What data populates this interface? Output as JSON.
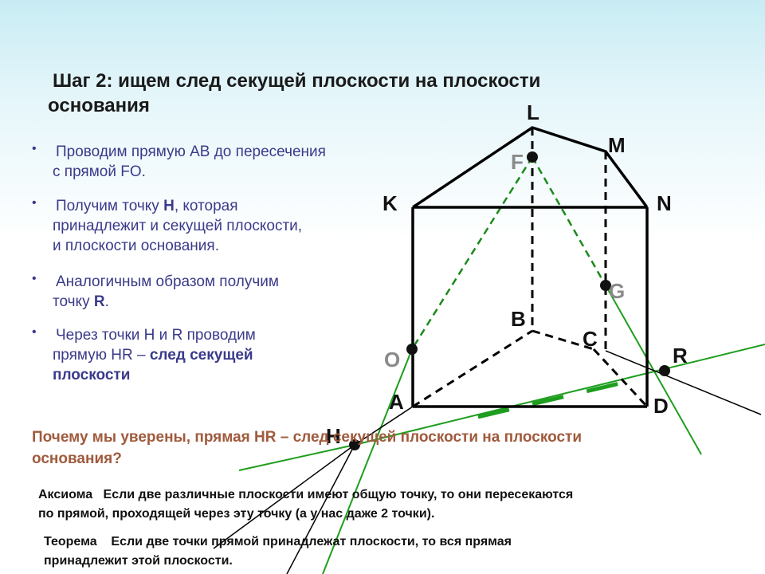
{
  "title": {
    "line1": "Шаг 2: ищем след секущей плоскости на плоскости",
    "line2": "основания"
  },
  "bullets": [
    {
      "lines": [
        "Проводим  прямую АВ до пересечения",
        "с прямой FO."
      ]
    },
    {
      "line1_pre": "Получим точку ",
      "line1_hl": "H",
      "line1_post": ", которая",
      "line2": "принадлежит и секущей плоскости,",
      "line3": "и плоскости основания."
    },
    {
      "line1": "Аналогичным образом получим",
      "line2_pre": "точку ",
      "line2_hl": "R",
      "line2_post": "."
    },
    {
      "line1": "Через точки H и R проводим",
      "line2_pre": "прямую HR – ",
      "line2_hl": "след секущей",
      "line3_hl": "плоскости"
    }
  ],
  "question": {
    "line1": "Почему мы уверены, прямая HR – след секущей плоскости на плоскости",
    "line2": "основания?"
  },
  "axiom": {
    "label": "Аксиома",
    "line1": "Если две различные плоскости имеют общую точку, то они пересекаются",
    "line2": "по прямой, проходящей через эту точку (а у нас даже 2 точки)."
  },
  "theorem": {
    "label": "Теорема",
    "line1": "Если две точки прямой принадлежат плоскости, то вся прямая",
    "line2": "принадлежит этой плоскости."
  },
  "figure": {
    "labels": {
      "L": "L",
      "M": "M",
      "K": "K",
      "N": "N",
      "F": "F",
      "G": "G",
      "B": "B",
      "C": "C",
      "O": "O",
      "R": "R",
      "A": "A",
      "D": "D",
      "H": "H"
    },
    "colors": {
      "edge": "#000000",
      "dashed_green": "#1a8a1a",
      "trace_green": "#1e9e1e",
      "label_black": "#111111",
      "label_gray": "#8a8a8a",
      "point": "#111111"
    }
  }
}
